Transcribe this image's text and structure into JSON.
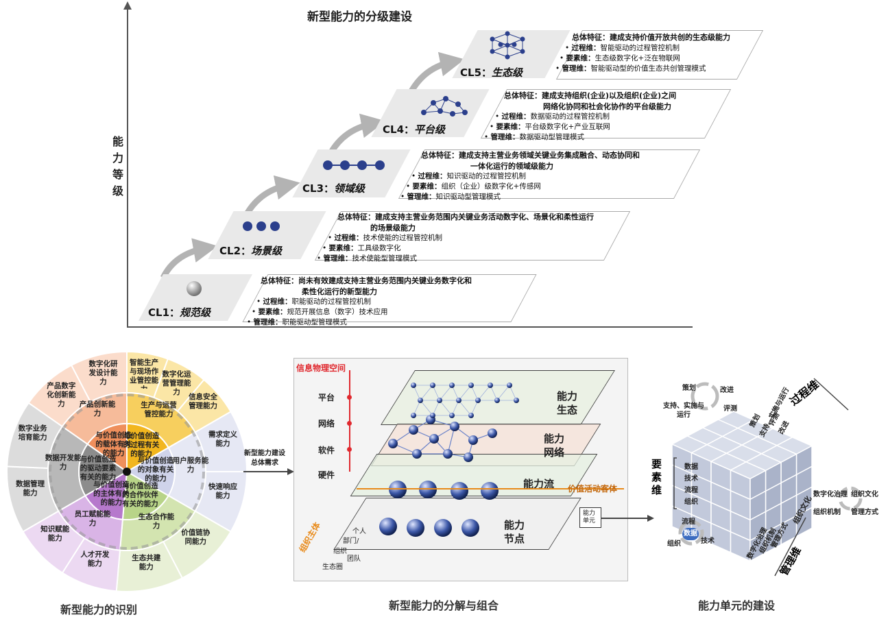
{
  "top": {
    "title": "新型能力的分级建设",
    "ylabel": "能力等级",
    "levels": [
      {
        "code": "CL1",
        "sep": "：",
        "name": "规范级",
        "summary_label": "总体特征：",
        "summary_1": "尚未有效建成支持主营业务范围内关键业务数字化和",
        "summary_2": "柔性化运行的新型能力",
        "p_label": "过程维：",
        "p": "职能驱动的过程管控机制",
        "e_label": "要素维：",
        "e": "规范开展信息（数字）技术应用",
        "m_label": "管理维：",
        "m": "职能驱动型管理模式"
      },
      {
        "code": "CL2",
        "sep": "：",
        "name": "场景级",
        "summary_label": "总体特征：",
        "summary_1": "建成支持主营业务范围内关键业务活动数字化、场景化和柔性运行",
        "summary_2": "的场景级能力",
        "p_label": "过程维：",
        "p": "技术使能的过程管控机制",
        "e_label": "要素维：",
        "e": "工具级数字化",
        "m_label": "管理维：",
        "m": "技术使能型管理模式"
      },
      {
        "code": "CL3",
        "sep": "：",
        "name": "领域级",
        "summary_label": "总体特征：",
        "summary_1": "建成支持主营业务领域关键业务集成融合、动态协同和",
        "summary_2": "一体化运行的领域级能力",
        "p_label": "过程维：",
        "p": "知识驱动的过程管控机制",
        "e_label": "要素维：",
        "e": "组织（企业）级数字化+传感网",
        "m_label": "管理维：",
        "m": "知识驱动型管理模式"
      },
      {
        "code": "CL4",
        "sep": "：",
        "name": "平台级",
        "summary_label": "总体特征：",
        "summary_1": "建成支持组织(企业)以及组织(企业)之间",
        "summary_2": "网络化协同和社会化协作的平台级能力",
        "p_label": "过程维：",
        "p": "数据驱动的过程管控机制",
        "e_label": "要素维：",
        "e": "平台级数字化+产业互联网",
        "m_label": "管理维：",
        "m": "数据驱动型管理模式"
      },
      {
        "code": "CL5",
        "sep": "：",
        "name": "生态级",
        "summary_label": "总体特征：",
        "summary_1": "建成支持价值开放共创的生态级能力",
        "summary_2": "",
        "p_label": "过程维：",
        "p": "智能驱动的过程管控机制",
        "e_label": "要素维：",
        "e": "生态级数字化+泛在物联网",
        "m_label": "管理维：",
        "m": "智能驱动型的价值生态共创管理模式"
      }
    ]
  },
  "wheel": {
    "caption": "新型能力的识别",
    "segments": [
      {
        "text": "智能生产与现场作业管控能力",
        "color": "#fbe6a6"
      },
      {
        "text": "数字化运营管理能力",
        "color": "#fbe6a6"
      },
      {
        "text": "信息安全管理能力",
        "color": "#fbe6a6"
      },
      {
        "text": "生产与运营管控能力",
        "color": "#f7cf5e"
      },
      {
        "text": "与价值创造的过程有关的能力",
        "color": "#f2b61e"
      },
      {
        "text": "需求定义能力",
        "color": "#e6e8f4"
      },
      {
        "text": "快速响应能力",
        "color": "#e6e8f4"
      },
      {
        "text": "用户服务能力",
        "color": "#e6e8f4"
      },
      {
        "text": "与价值创造的对象有关的能力",
        "color": "#cfd3ea"
      },
      {
        "text": "价值链协同能力",
        "color": "#e8f0d6"
      },
      {
        "text": "生态共建能力",
        "color": "#e8f0d6"
      },
      {
        "text": "生态合作能力",
        "color": "#d3e4b0"
      },
      {
        "text": "与价值创造的合作伙伴有关的能力",
        "color": "#b8d488"
      },
      {
        "text": "人才开发能力",
        "color": "#ecd9f2"
      },
      {
        "text": "知识赋能能力",
        "color": "#ecd9f2"
      },
      {
        "text": "员工赋能能力",
        "color": "#d9b4e6"
      },
      {
        "text": "与价值创造的主体有关的能力",
        "color": "#b679cc"
      },
      {
        "text": "数据管理能力",
        "color": "#dcdcdc"
      },
      {
        "text": "数字业务培育能力",
        "color": "#dcdcdc"
      },
      {
        "text": "数据开发能力",
        "color": "#b8b8b8"
      },
      {
        "text": "与价值创造的驱动要素有关的能力",
        "color": "#8c8c8c"
      },
      {
        "text": "产品数字化创新能力",
        "color": "#fbdccb"
      },
      {
        "text": "数字化研发设计能力",
        "color": "#fbdccb"
      },
      {
        "text": "产品创新能力",
        "color": "#f6bb9a"
      },
      {
        "text": "与价值创造的载体有关的能力",
        "color": "#ef8f5c"
      }
    ],
    "arrow_label_1": "新型能力建设",
    "arrow_label_2": "总体需求"
  },
  "decomp": {
    "caption": "新型能力的分解与组合",
    "red_label": "信息物理空间",
    "red_items": [
      "平台",
      "网络",
      "软件",
      "硬件"
    ],
    "layers": [
      {
        "l1": "能力",
        "l2": "生态"
      },
      {
        "l1": "能力",
        "l2": "网络"
      },
      {
        "l1": "能力流",
        "l2": ""
      },
      {
        "l1": "能力",
        "l2": "节点"
      }
    ],
    "value_label": "价值活动客体",
    "org_label": "组织主体",
    "org_items": [
      "生态圈",
      "组织",
      "部门/",
      "个人",
      "团队"
    ],
    "unit_label_1": "能力",
    "unit_label_2": "单元"
  },
  "unit": {
    "caption": "能力单元的建设",
    "process_dim": "过程维",
    "element_dim": "要素维",
    "mgmt_dim": "管理维",
    "cycle": [
      "策划",
      "改进",
      "支持、实施与运行",
      "评测"
    ],
    "cube_top": [
      "策划",
      "支持、实施与运行",
      "评测",
      "改进"
    ],
    "elements": [
      "数据",
      "技术",
      "流程",
      "组织"
    ],
    "element_cycle": [
      "流程",
      "数据",
      "组织",
      "技术"
    ],
    "cube_side": [
      "管理方式",
      "组织机制",
      "数字化治理"
    ],
    "mgmt_cycle": [
      "数字化治理",
      "组织文化",
      "组织机制",
      "管理方式"
    ],
    "culture": "组织文化"
  },
  "colors": {
    "cl_gray": "#e9e9e9",
    "arrow_gray": "#b3b3b3",
    "red": "#e0282e",
    "orange": "#e88a1a",
    "ball": "#2b3f8c"
  }
}
